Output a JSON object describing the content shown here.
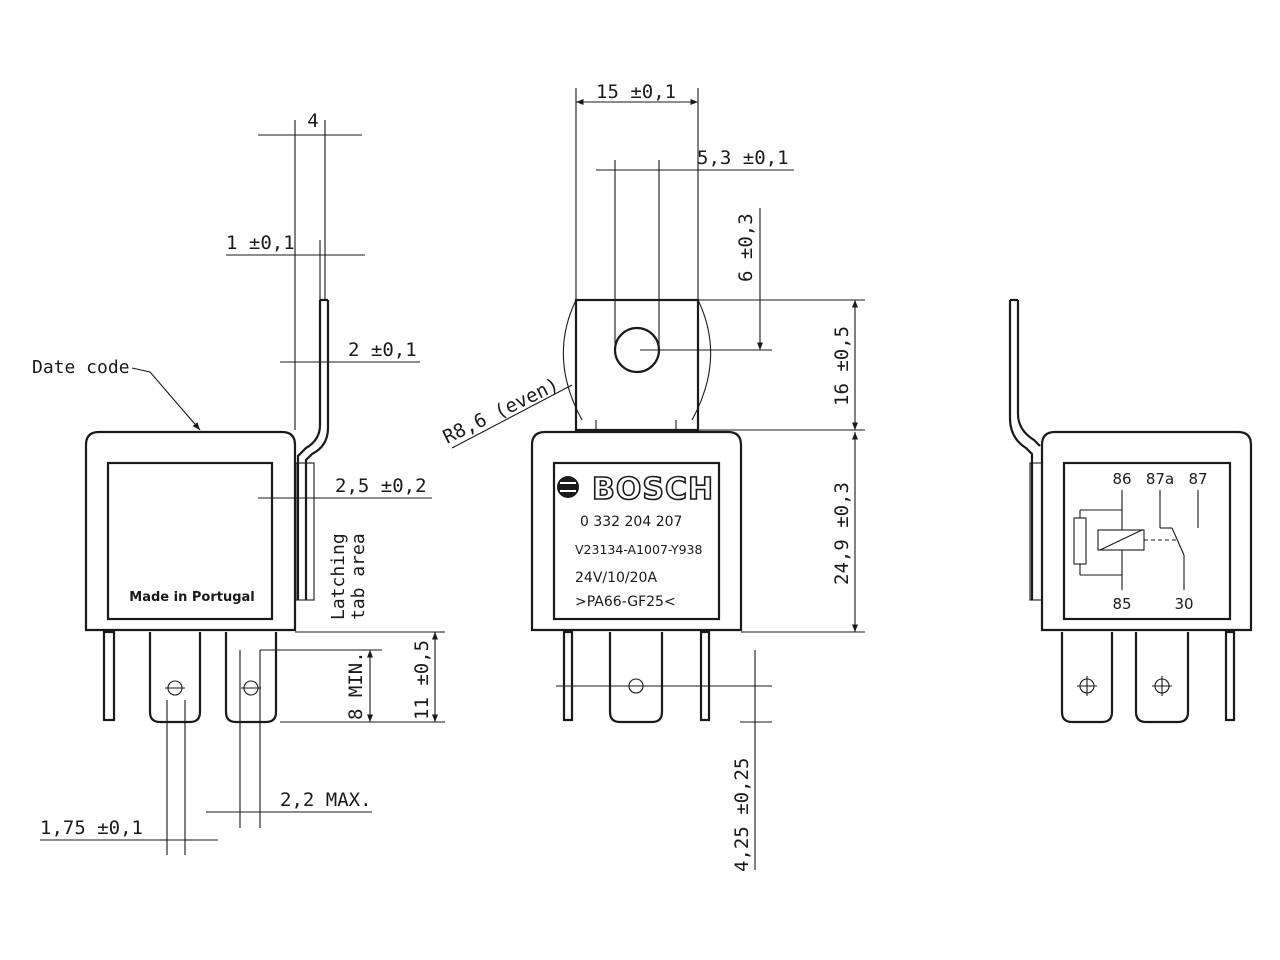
{
  "labels": {
    "date_code": "Date code",
    "made_in": "Made in Portugal",
    "latching_1": "Latching",
    "latching_2": "tab area",
    "radius": "R8,6 (even)"
  },
  "dimensions": {
    "tab_width": "4",
    "tab_thickness": "1 ±0,1",
    "tab_offset": "2 ±0,1",
    "latch_depth": "2,5 ±0,2",
    "pin_min": "8 MIN.",
    "pin_length": "11 ±0,5",
    "pin_max": "2,2 MAX.",
    "pin_thickness": "1,75 ±0,1",
    "bracket_width": "15 ±0,1",
    "hole_offset": "5,3 ±0,1",
    "hole_height": "6 ±0,3",
    "bracket_height": "16 ±0,5",
    "body_height": "24,9 ±0,3",
    "pin_offset": "4,25 ±0,25"
  },
  "face": {
    "brand": "BOSCH",
    "part_number": "0 332 204 207",
    "code": "V23134-A1007-Y938",
    "rating": "24V/10/20A",
    "material": ">PA66-GF25<"
  },
  "pins": {
    "p86": "86",
    "p87a": "87a",
    "p87": "87",
    "p85": "85",
    "p30": "30"
  }
}
